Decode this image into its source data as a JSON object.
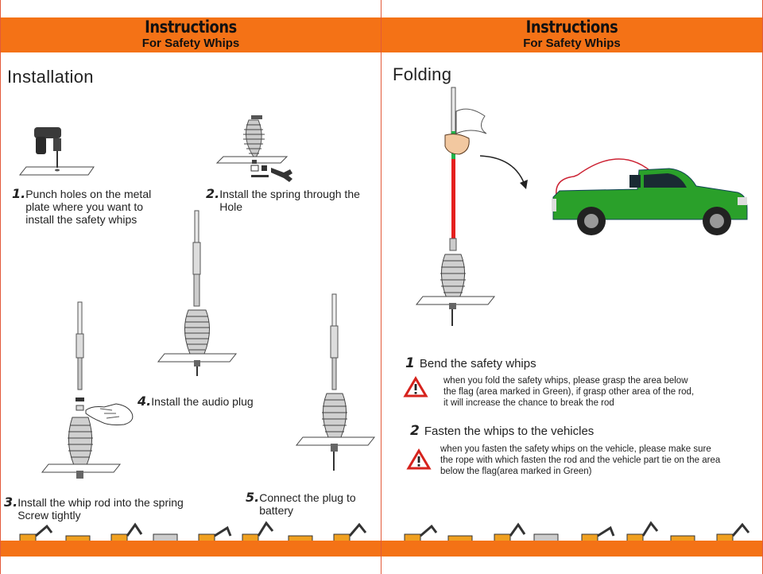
{
  "header": {
    "title": "Instructions",
    "subtitle": "For Safety Whips"
  },
  "left": {
    "section_title": "Installation",
    "steps": [
      {
        "num": "1.",
        "text": "Punch holes on the metal\nplate where you want to\ninstall the safety whips"
      },
      {
        "num": "2.",
        "text": "Install the spring through the\nHole"
      },
      {
        "num": "3.",
        "text": "Install the whip rod into the spring\nScrew tightly"
      },
      {
        "num": "4.",
        "text": "Install the audio plug"
      },
      {
        "num": "5.",
        "text": "Connect the plug to\nbattery"
      }
    ]
  },
  "right": {
    "section_title": "Folding",
    "items": [
      {
        "num": "1",
        "title": "Bend the safety whips",
        "warning": "when you fold the safety whips, please grasp the area below\nthe flag (area marked in Green), if grasp other area of the rod,\nit will increase the chance to   break the rod"
      },
      {
        "num": "2",
        "title": "Fasten the whips to the vehicles",
        "warning": "when you fasten the safety whips on the vehicle, please make sure\nthe rope with which fasten the rod and the vehicle part tie on the area\nbelow the flag(area marked in Green)"
      }
    ]
  },
  "icons": {
    "drill": "drill-icon",
    "wrench": "wrench-icon",
    "hand": "hand-icon",
    "warning": "warning-triangle-icon",
    "truck": "pickup-truck-icon",
    "excavator": "excavator-icon"
  },
  "colors": {
    "band": "#f47216",
    "rod": "#e5201e",
    "grip": "#22b24a",
    "truck": "#2aa02a",
    "warning": "#d6231d"
  }
}
